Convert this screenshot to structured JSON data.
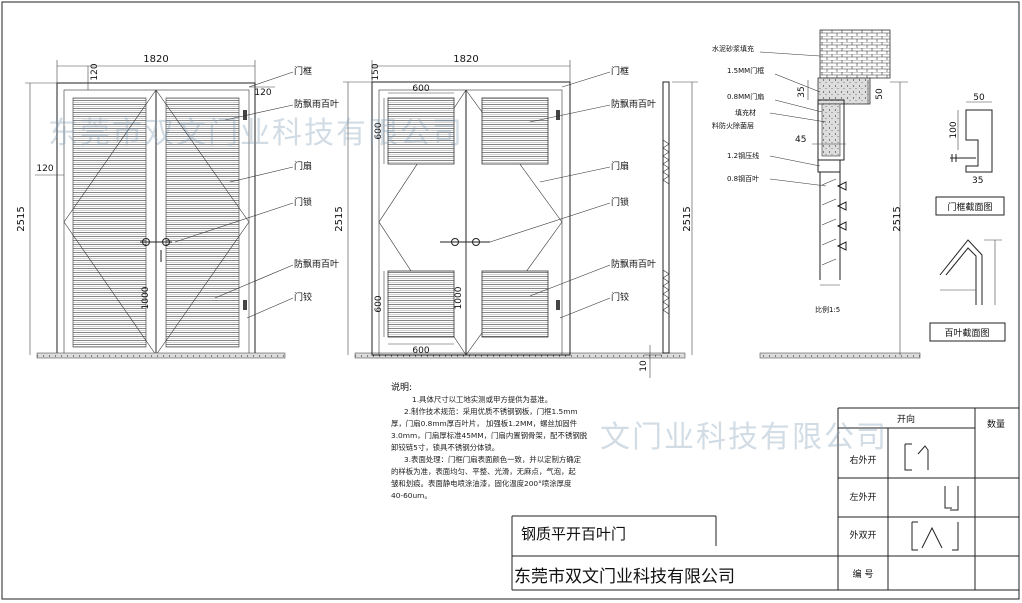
{
  "door_left": {
    "width": "1820",
    "frame_top": "120",
    "frame_right": "120",
    "frame_left": "120",
    "height": "2515",
    "handle_h": "1000",
    "labels": [
      "门框",
      "防飘雨百叶",
      "门扇",
      "门锁",
      "防飘雨百叶",
      "门铰"
    ]
  },
  "door_right": {
    "width": "1820",
    "frame_top": "150",
    "panel_w_top": "600",
    "panel_h_top": "600",
    "panel_w_bot": "600",
    "panel_h_bot": "600",
    "height": "2515",
    "handle_h": "1000",
    "labels": [
      "门框",
      "防飘雨百叶",
      "门扇",
      "门锁",
      "防飘雨百叶",
      "门铰"
    ]
  },
  "side": {
    "height": "2515",
    "floor_gap": "10"
  },
  "section": {
    "labels": [
      "水泥砂浆填充",
      "1.5MM门框",
      "0.8MM门扇",
      "填充材",
      "料防火除菌层",
      "1.2钢压线",
      "0.8钢百叶"
    ],
    "dims": [
      "35",
      "50",
      "45"
    ],
    "height": "2515",
    "scale": "比例1:5"
  },
  "profiles": {
    "frame_title": "门框截面图",
    "frame_dims": [
      "50",
      "100",
      "35"
    ],
    "louver_title": "百叶截面图"
  },
  "notes": {
    "heading": "说明:",
    "lines": [
      "1.具体尺寸以工地实测或甲方提供为基准。",
      "2.制作技术规范：采用优质不锈钢钢板，门框1.5mm",
      "厚，门扇0.8mm厚百叶片，  加强板1.2MM，螺丝加固件",
      "3.0mm，门扇厚标准45MM，门扇内置钢骨架，配不锈钢脱",
      "卸铰链5寸，锁具不锈钢分体锁。",
      "3.表面处理：门框门扇表面颜色一致，并以定制方确定",
      "的样板为准，表面均匀、平整、光滑，无麻点，气泡，起",
      "皱和划痕。表面静电喷涂油漆，固化温度200°喷涂厚度",
      "40-60um。"
    ]
  },
  "title_block": {
    "product": "钢质平开百叶门",
    "company": "东莞市双文门业科技有限公司",
    "number_label": "编 号",
    "open_header": "开向",
    "qty_header": "数量",
    "rows": [
      "右外开",
      "左外开",
      "外双开"
    ]
  },
  "watermark": {
    "text1": "东莞市双文门业科技有限公司",
    "text2": "文门业科技有限公司"
  }
}
